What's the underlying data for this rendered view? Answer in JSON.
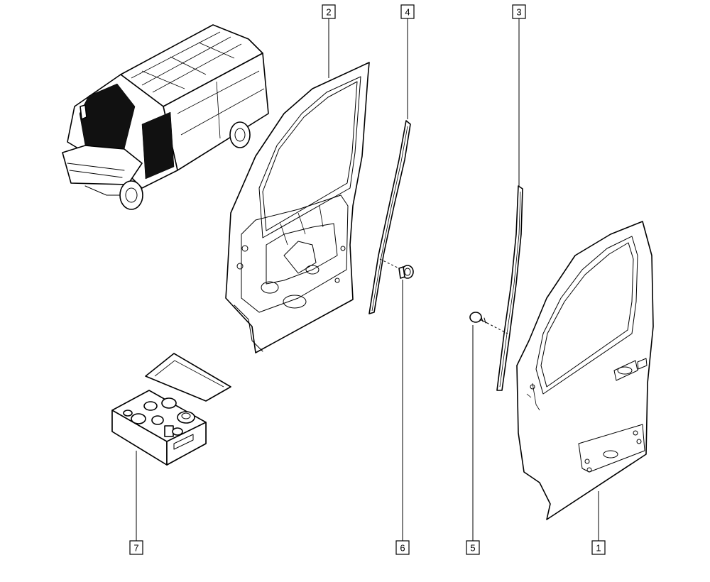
{
  "callouts": {
    "c1": "1",
    "c2": "2",
    "c3": "3",
    "c4": "4",
    "c5": "5",
    "c6": "6",
    "c7": "7"
  },
  "colors": {
    "line": "#000000",
    "background": "#ffffff"
  },
  "parts": [
    "van-overview",
    "door-inner-frame",
    "window-seal-strip",
    "door-check-strip",
    "fastener-clip",
    "screw-fastener",
    "outer-door-panel",
    "parts-kit-box"
  ]
}
